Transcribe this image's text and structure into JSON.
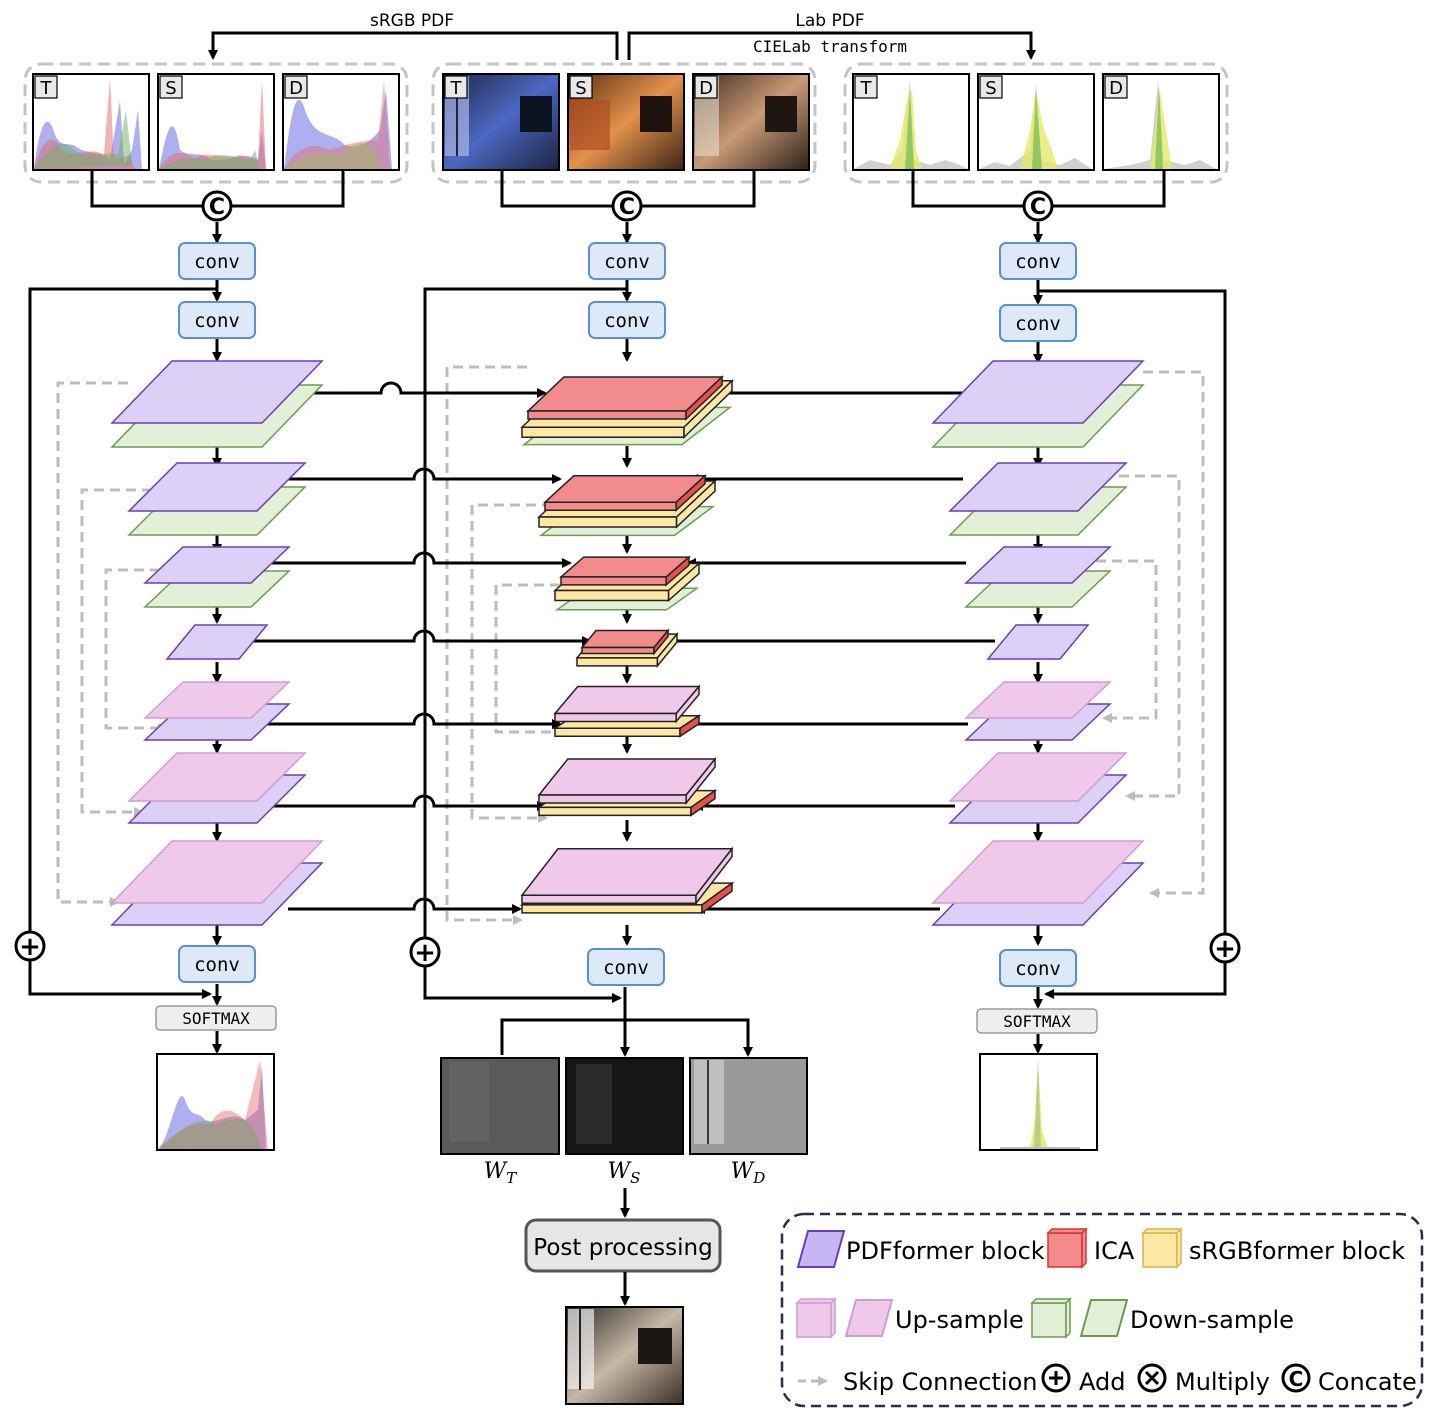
{
  "top": {
    "srgb_pdf_label": "sRGB PDF",
    "lab_pdf_label": "Lab PDF",
    "cielab_label": "CIELab transform"
  },
  "thumb_tags": [
    "T",
    "S",
    "D"
  ],
  "ops": {
    "concat_symbol": "C",
    "add_symbol": "+",
    "conv_label": "conv",
    "softmax_label": "SOFTMAX"
  },
  "weights": {
    "w": "W",
    "subs": [
      "T",
      "S",
      "D"
    ]
  },
  "post_processing_label": "Post processing",
  "legend": {
    "pdfformer": "PDFformer block",
    "ica": "ICA",
    "srgbformer": "sRGBformer block",
    "upsample": "Up-sample",
    "downsample": "Down-sample",
    "skip": "Skip Connection",
    "add": "Add",
    "multiply": "Multiply",
    "concate": "Concate"
  },
  "colors": {
    "pdfformer_fill": "#dcd0f7",
    "pdfformer_stroke": "#6a3fb0",
    "upsample_fill": "#f0c8ea",
    "downsample_fill": "#e2f0d8",
    "downsample_stroke": "#6f9a52",
    "ica_fill": "#f28b8b",
    "ica_stroke": "#d8342e",
    "srgbformer_fill": "#fde7a5",
    "conv_fill": "#dde9f8",
    "conv_stroke": "#5b8fd0",
    "skip": "#bdbdbd"
  }
}
